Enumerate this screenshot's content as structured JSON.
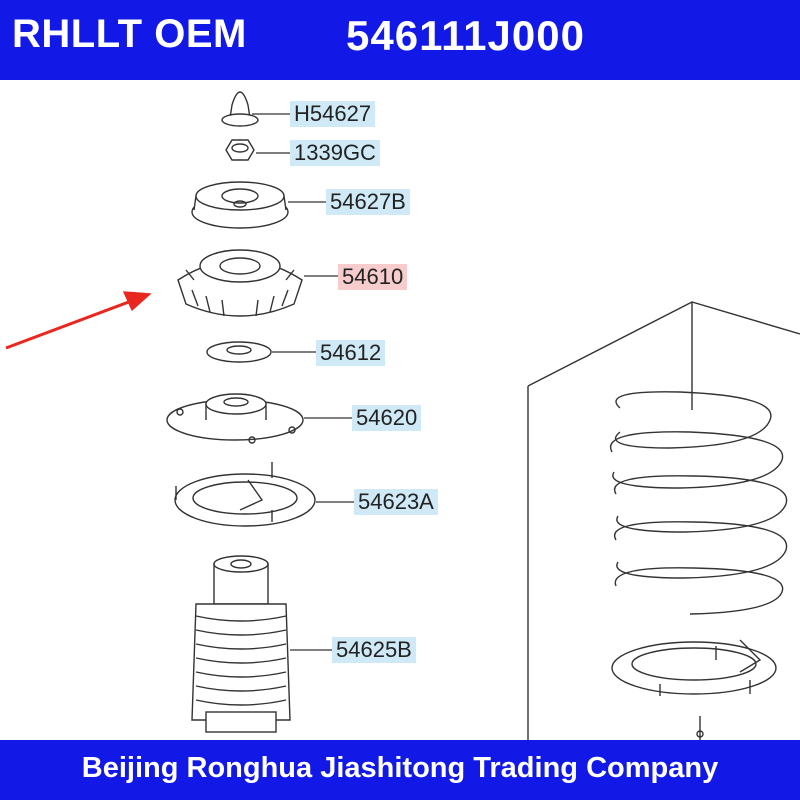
{
  "header": {
    "brand": "RHLLT OEM",
    "part_number": "546111J000"
  },
  "footer": {
    "company": "Beijing Ronghua Jiashitong Trading Company"
  },
  "callouts": [
    {
      "id": "H54627",
      "highlighted": false
    },
    {
      "id": "1339GC",
      "highlighted": false
    },
    {
      "id": "54627B",
      "highlighted": false
    },
    {
      "id": "54610",
      "highlighted": true
    },
    {
      "id": "54612",
      "highlighted": false
    },
    {
      "id": "54620",
      "highlighted": false
    },
    {
      "id": "54623A",
      "highlighted": false
    },
    {
      "id": "54625B",
      "highlighted": false
    }
  ],
  "colors": {
    "banner": "#1219e6",
    "label_bg": "#cfe9f7",
    "highlight_bg": "#f6cccc",
    "arrow": "#e8281e"
  }
}
